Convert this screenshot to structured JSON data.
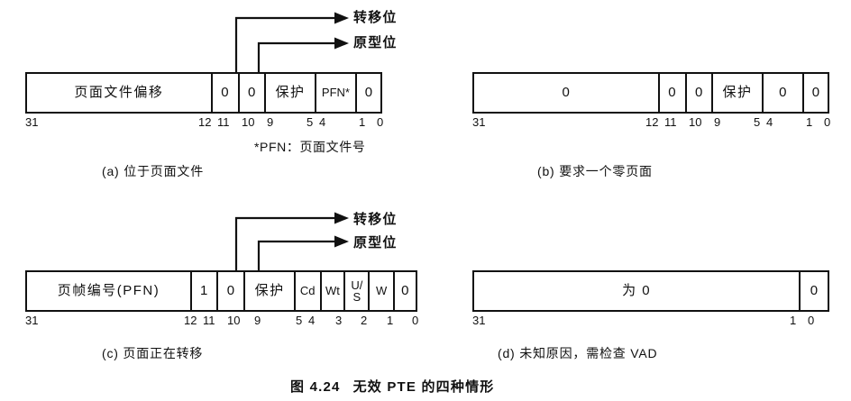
{
  "figure": {
    "title_label": "图 4.24",
    "title_text": "无效 PTE 的四种情形",
    "footnote": "*PFN：页面文件号"
  },
  "callouts": {
    "transition_bit": "转移位",
    "prototype_bit": "原型位"
  },
  "panels": [
    {
      "id": "a",
      "caption": "(a) 位于页面文件",
      "cells": [
        {
          "label": "页面文件偏移",
          "style": "cn"
        },
        {
          "label": "0",
          "style": "num"
        },
        {
          "label": "0",
          "style": "num"
        },
        {
          "label": "保护",
          "style": "cn"
        },
        {
          "label": "PFN*",
          "style": "small"
        },
        {
          "label": "0",
          "style": "num"
        }
      ],
      "ticks": [
        "31",
        "12",
        "11",
        "10",
        "9",
        "5",
        "4",
        "1",
        "0"
      ]
    },
    {
      "id": "b",
      "caption": "(b) 要求一个零页面",
      "cells": [
        {
          "label": "0",
          "style": "num"
        },
        {
          "label": "0",
          "style": "num"
        },
        {
          "label": "0",
          "style": "num"
        },
        {
          "label": "保护",
          "style": "cn"
        },
        {
          "label": "0",
          "style": "num"
        },
        {
          "label": "0",
          "style": "num"
        }
      ],
      "ticks": [
        "31",
        "12",
        "11",
        "10",
        "9",
        "5",
        "4",
        "1",
        "0"
      ]
    },
    {
      "id": "c",
      "caption": "(c) 页面正在转移",
      "cells": [
        {
          "label": "页帧编号(PFN)",
          "style": "cn"
        },
        {
          "label": "1",
          "style": "num"
        },
        {
          "label": "0",
          "style": "num"
        },
        {
          "label": "保护",
          "style": "cn"
        },
        {
          "label": "Cd",
          "style": "small"
        },
        {
          "label": "Wt",
          "style": "small"
        },
        {
          "label": "U/\nS",
          "style": "twoline"
        },
        {
          "label": "W",
          "style": "small"
        },
        {
          "label": "0",
          "style": "num"
        }
      ],
      "ticks": [
        "31",
        "12",
        "11",
        "10",
        "9",
        "5",
        "4",
        "3",
        "2",
        "1",
        "0"
      ]
    },
    {
      "id": "d",
      "caption": "(d) 未知原因，需检查 VAD",
      "cells": [
        {
          "label": "为 0",
          "style": "cn"
        },
        {
          "label": "0",
          "style": "num"
        }
      ],
      "ticks": [
        "31",
        "1",
        "0"
      ]
    }
  ]
}
